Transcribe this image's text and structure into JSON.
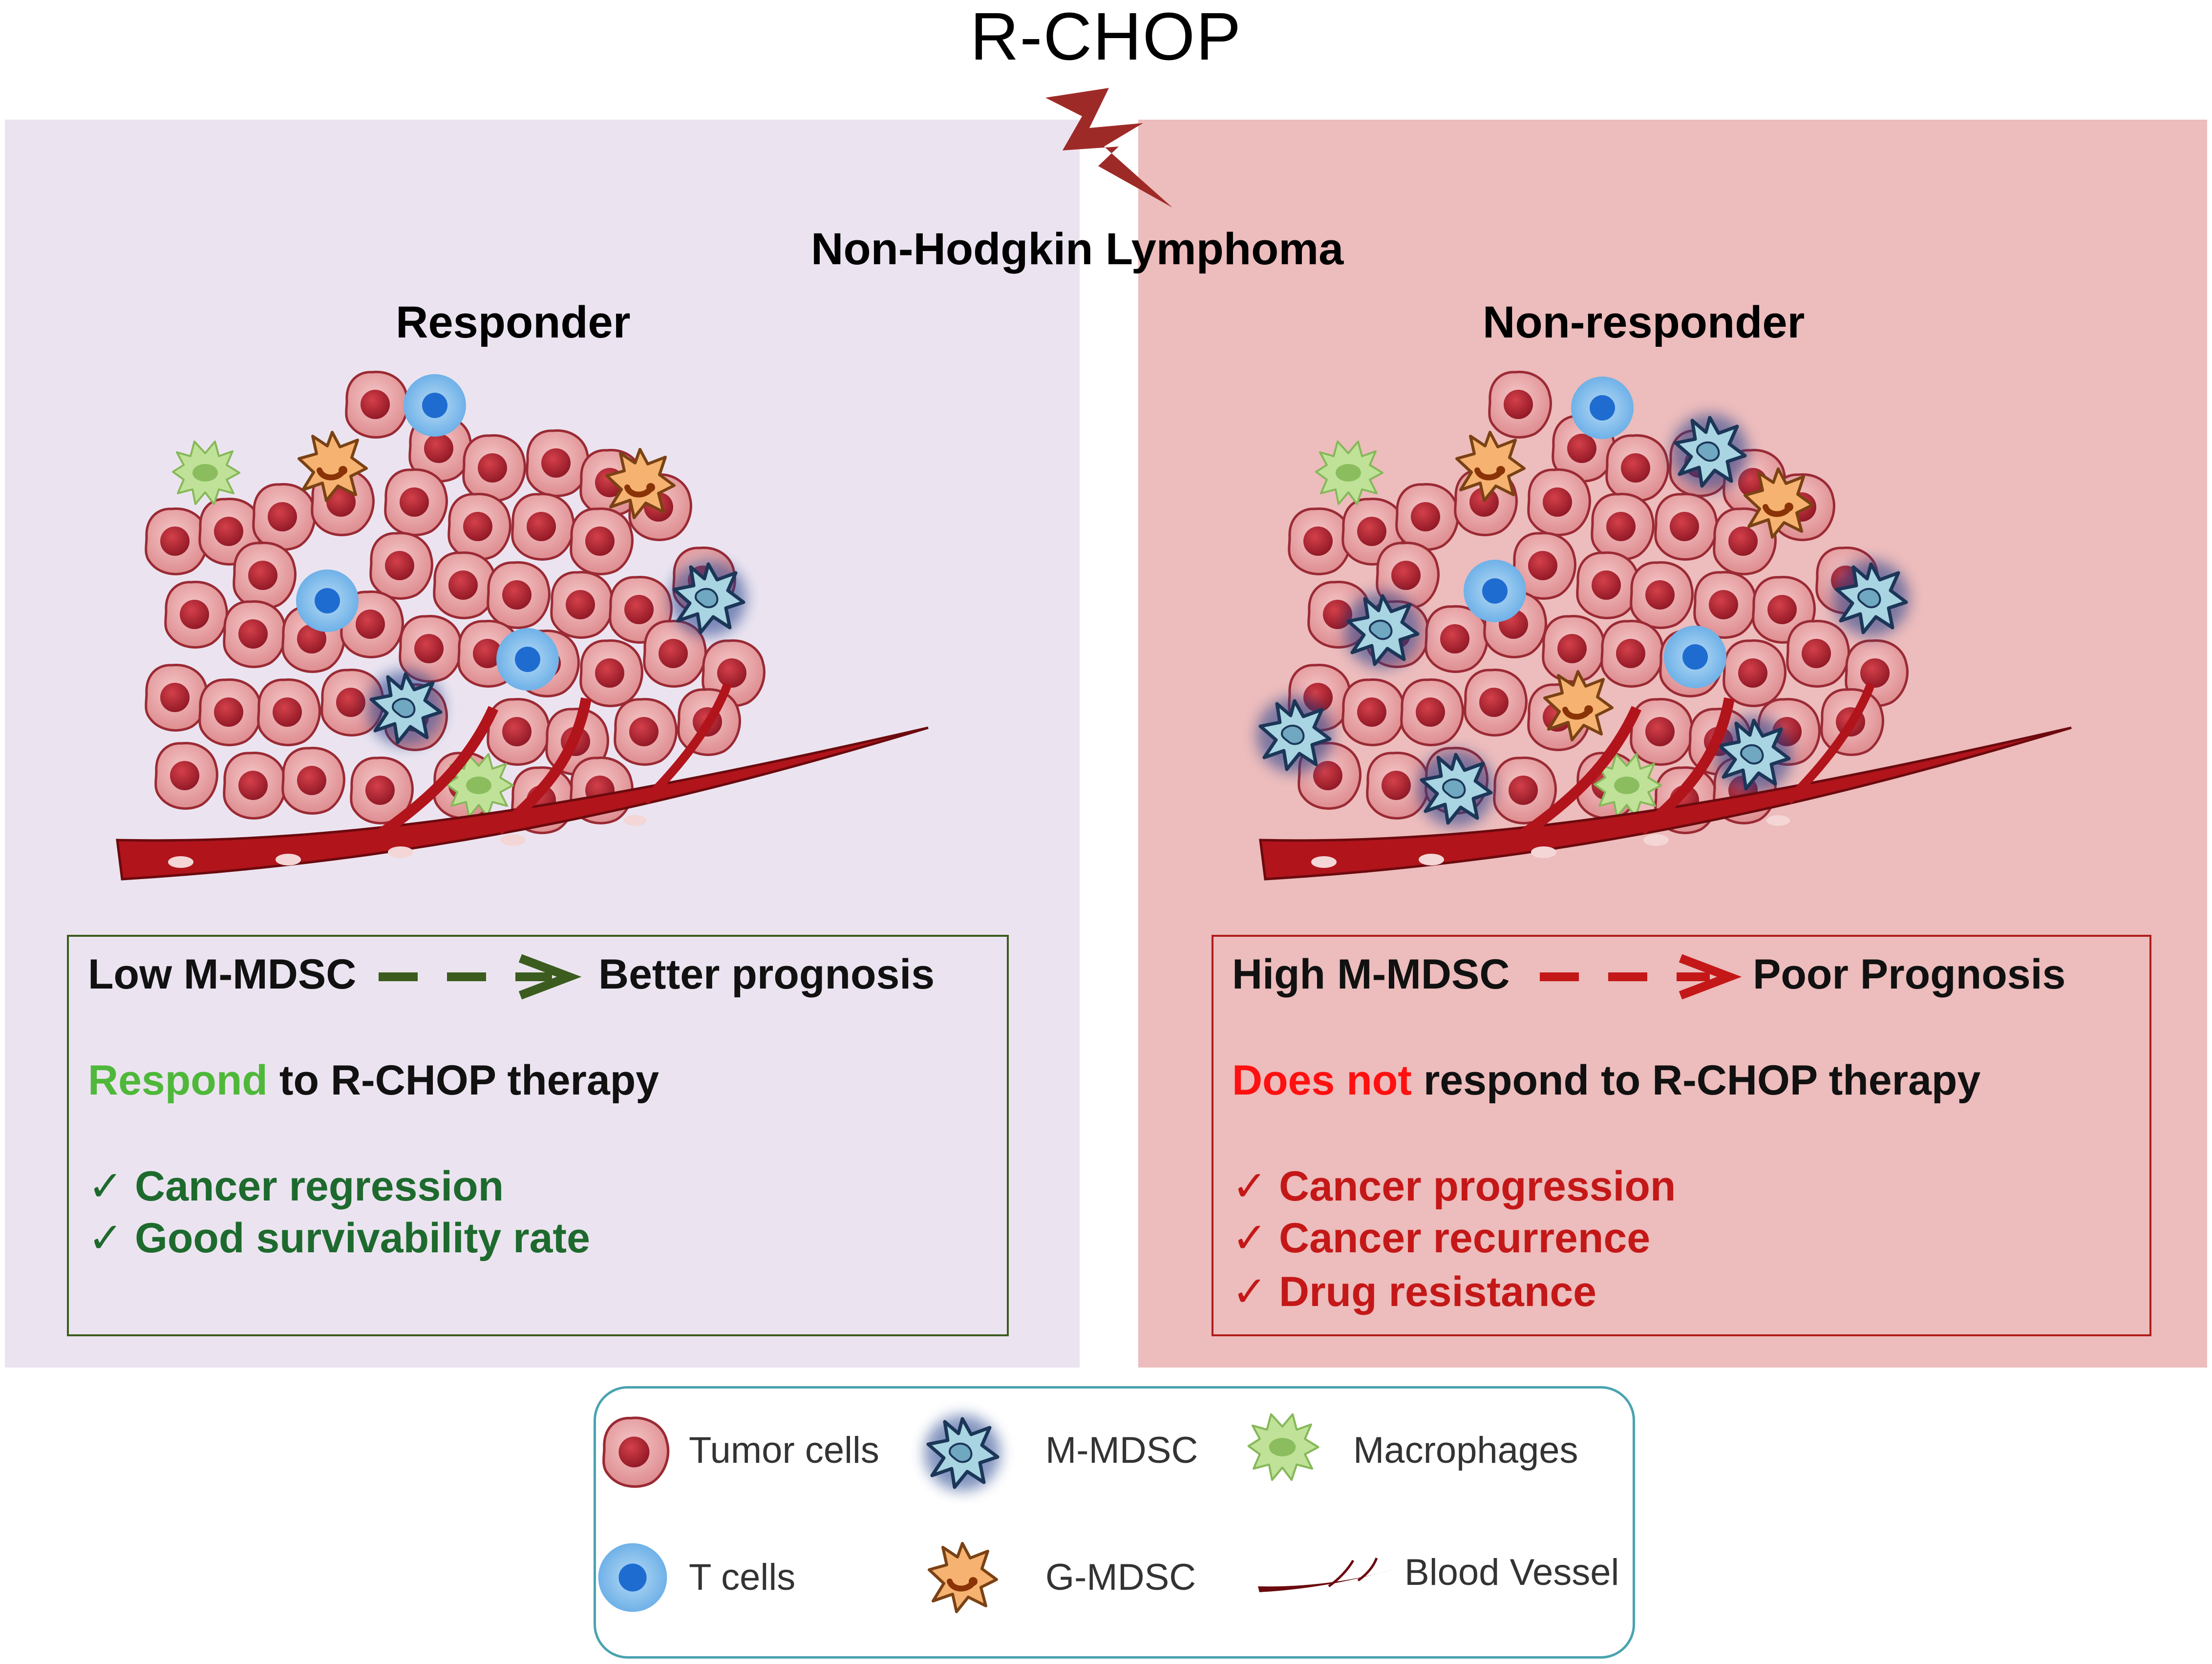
{
  "title": "R-CHOP",
  "subtitle": "Non-Hodgkin Lymphoma",
  "responder": {
    "heading": "Responder",
    "prognosis_left": "Low M-MDSC",
    "prognosis_right": "Better prognosis",
    "therapy_highlight": "Respond",
    "therapy_rest": "to R-CHOP therapy",
    "check": "✓",
    "outcomes": [
      "Cancer regression",
      "Good survivability rate"
    ]
  },
  "non_responder": {
    "heading": "Non-responder",
    "prognosis_left": "High M-MDSC",
    "prognosis_right": "Poor Prognosis",
    "therapy_highlight": "Does not",
    "therapy_rest": "respond to R-CHOP therapy",
    "check": "✓",
    "outcomes": [
      "Cancer progression",
      "Cancer recurrence",
      "Drug resistance"
    ]
  },
  "legend": {
    "tumor": "Tumor cells",
    "m_mdsc": "M-MDSC",
    "macrophages": "Macrophages",
    "t_cells": "T cells",
    "g_mdsc": "G-MDSC",
    "blood_vessel": "Blood Vessel"
  },
  "colors": {
    "tumor_fill": "#e7a3a5",
    "tumor_nucleus": "#b12a35",
    "t_cell": "#1f6cd1",
    "m_mdsc": "#8fc7d8",
    "g_mdsc": "#f0a05a",
    "macrophage": "#b4dd8a",
    "vessel": "#b1141b",
    "lightning": "#9e2a28",
    "responder_panel": "#ebe4f0",
    "non_responder_panel": "#edbcbc",
    "legend_border": "#4aa3b0"
  }
}
